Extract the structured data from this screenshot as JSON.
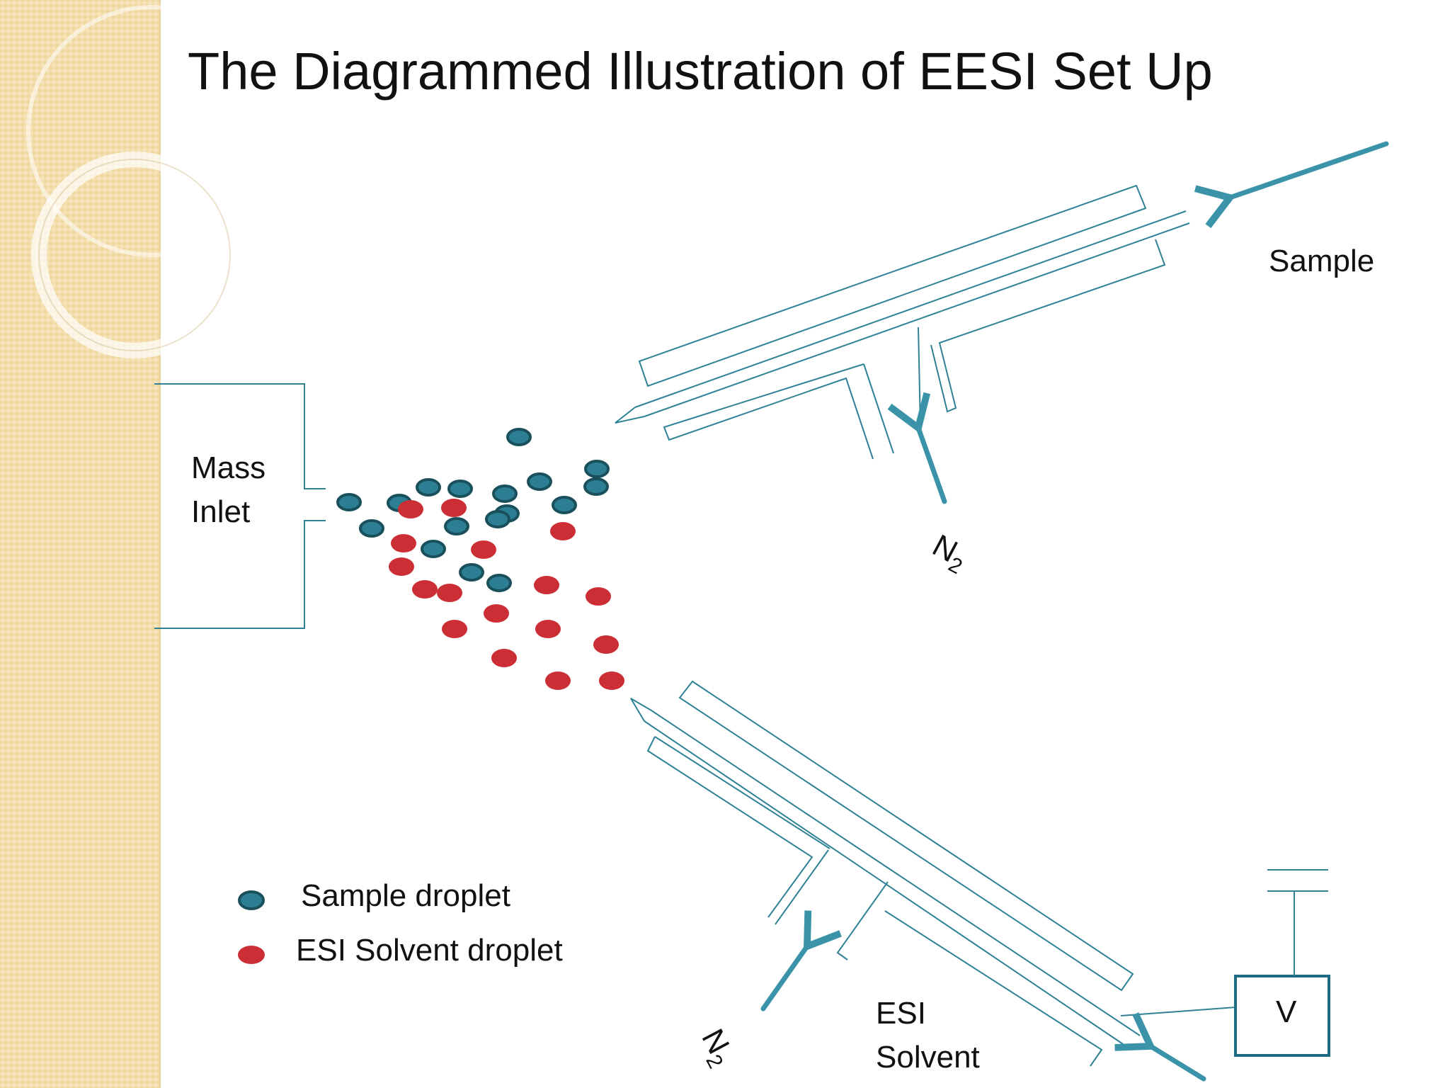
{
  "title": "The Diagrammed Illustration of EESI Set Up",
  "labels": {
    "sample": "Sample",
    "mass_inlet_line1": "Mass",
    "mass_inlet_line2": "Inlet",
    "n2_upper": "N",
    "n2_upper_sub": "2",
    "n2_lower": "N",
    "n2_lower_sub": "2",
    "esi_solvent_line1": "ESI",
    "esi_solvent_line2": "Solvent",
    "voltage": "V"
  },
  "legend": {
    "sample_droplet": "Sample droplet",
    "esi_solvent_droplet": "ESI Solvent droplet"
  },
  "colors": {
    "teal_stroke": "#2f8196",
    "teal_fill": "#2c7f93",
    "teal_dark": "#1a4f5c",
    "red_fill": "#cc2e35",
    "arrow": "#3a93a8",
    "background_band": "#f3ddab"
  }
}
